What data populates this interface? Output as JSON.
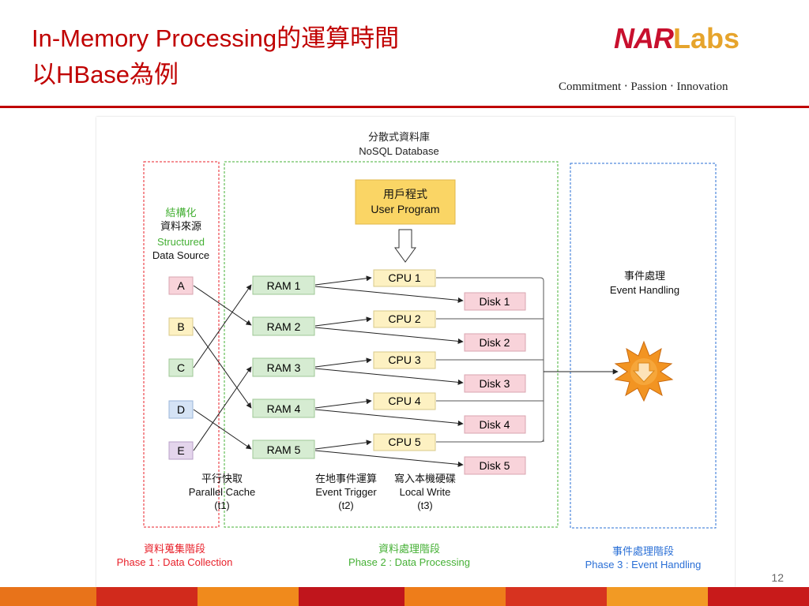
{
  "slide": {
    "title_line1": "In-Memory Processing的運算時間",
    "title_line2": "以HBase為例",
    "logo_nar": "NAR",
    "logo_labs": "Labs",
    "tagline": "Commitment ‧ Passion ‧ Innovation",
    "page_number": "12"
  },
  "diagram": {
    "db_title_zh": "分散式資料庫",
    "db_title_en": "NoSQL Database",
    "user_program_zh": "用戶程式",
    "user_program_en": "User Program",
    "source_label_zh1": "結構化",
    "source_label_zh2": "資料來源",
    "source_label_en1": "Structured",
    "source_label_en2": "Data Source",
    "sources": [
      "A",
      "B",
      "C",
      "D",
      "E"
    ],
    "rams": [
      "RAM 1",
      "RAM 2",
      "RAM 3",
      "RAM 4",
      "RAM 5"
    ],
    "cpus": [
      "CPU 1",
      "CPU 2",
      "CPU 3",
      "CPU 4",
      "CPU 5"
    ],
    "disks": [
      "Disk 1",
      "Disk 2",
      "Disk 3",
      "Disk 4",
      "Disk 5"
    ],
    "event_zh": "事件處理",
    "event_en": "Event Handling",
    "steps": [
      {
        "zh": "平行快取",
        "en": "Parallel Cache",
        "t": "(t1)"
      },
      {
        "zh": "在地事件運算",
        "en": "Event Trigger",
        "t": "(t2)"
      },
      {
        "zh": "寫入本機硬碟",
        "en": "Local Write",
        "t": "(t3)"
      }
    ],
    "phases": [
      {
        "zh": "資料蒐集階段",
        "en": "Phase 1 : Data Collection",
        "color": "#e8202a"
      },
      {
        "zh": "資料處理階段",
        "en": "Phase 2 : Data Processing",
        "color": "#45b035"
      },
      {
        "zh": "事件處理階段",
        "en": "Phase 3 : Event Handling",
        "color": "#2a6fd6"
      }
    ],
    "colors": {
      "source_fills": [
        "#f8d3da",
        "#fdf1c2",
        "#d6ecd2",
        "#d5e3f5",
        "#e4d5ec"
      ],
      "ram_fill": "#d6ecd2",
      "cpu_fill": "#fdf1c2",
      "disk_fill": "#f8d3da",
      "user_program_fill": "#fad565",
      "burst": "#f29422",
      "phase1_border": "#e8202a",
      "phase2_border": "#45b035",
      "phase3_border": "#2a6fd6",
      "structured_green": "#45b035"
    }
  }
}
